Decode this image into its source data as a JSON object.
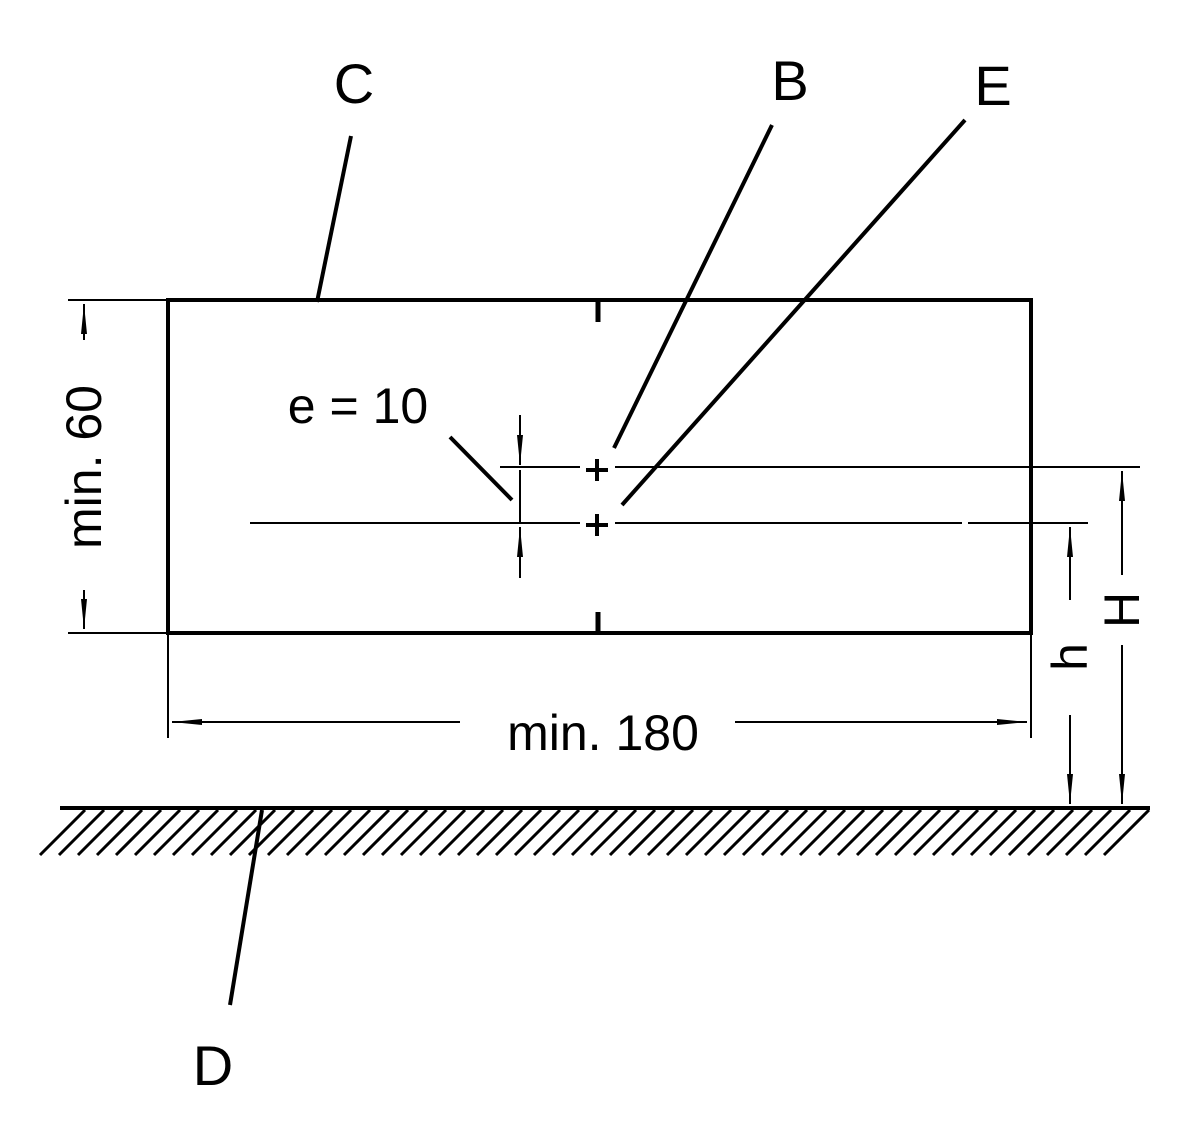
{
  "labels": {
    "c": "C",
    "b": "B",
    "e": "E",
    "d": "D"
  },
  "dimensions": {
    "height": "min. 60",
    "width": "min. 180",
    "offset": "e = 10",
    "h_small": "h",
    "h_large": "H"
  },
  "colors": {
    "ink": "#000000",
    "background": "#ffffff"
  }
}
